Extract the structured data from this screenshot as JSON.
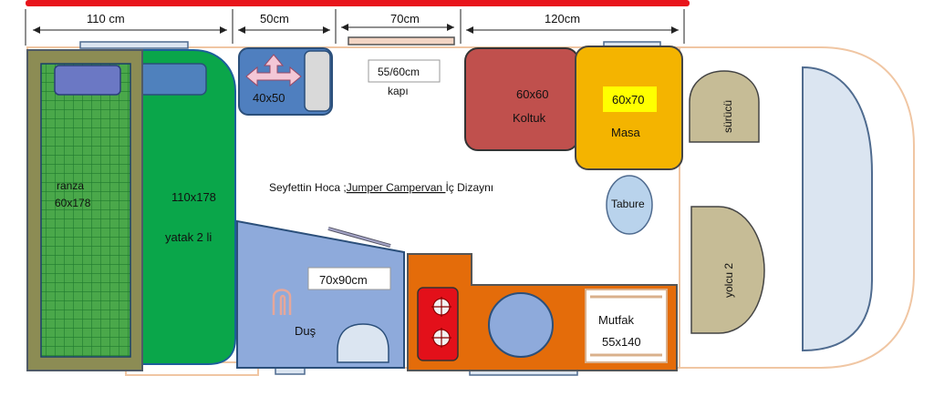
{
  "dimensions": {
    "d110": "110 cm",
    "d50": "50cm",
    "d70": "70cm",
    "d120": "120cm"
  },
  "title": {
    "prefix": "Seyfettin Hoca ;",
    "link": "Jumper Campervan ",
    "suffix": "İç Dizaynı"
  },
  "bunk": {
    "name": "ranza",
    "size": "60x178"
  },
  "bed": {
    "size": "110x178",
    "name": "yatak 2  li"
  },
  "sink": {
    "size": "40x50"
  },
  "door": {
    "size": "55/60cm",
    "name": "kapı"
  },
  "armchair": {
    "size": "60x60",
    "name": "Koltuk"
  },
  "table": {
    "size": "60x70",
    "name": "Masa"
  },
  "driver": {
    "name": "sürücü"
  },
  "stool": {
    "name": "Tabure"
  },
  "passenger": {
    "name": "yolcu  2"
  },
  "shower": {
    "size": "70x90cm",
    "name": "Duş"
  },
  "kitchen": {
    "name": "Mutfak",
    "size": "55x140"
  },
  "colors": {
    "title_bar": "#e8141b",
    "bunk_frame": "#8c8c54",
    "bunk_grid": "#1fa83a",
    "bed": "#0aa64a",
    "pillow": "#4f81bd",
    "sink": "#4f7fbf",
    "armchair": "#c0504d",
    "table": "#f4b400",
    "table_label": "#ffff00",
    "seat": "#c6bc96",
    "stool": "#b9d3ec",
    "windshield": "#dbe5f1",
    "shower": "#8eaadb",
    "kitchen": "#e46c0a",
    "stove": "#e3101a",
    "outline": "#f0c6a3"
  }
}
